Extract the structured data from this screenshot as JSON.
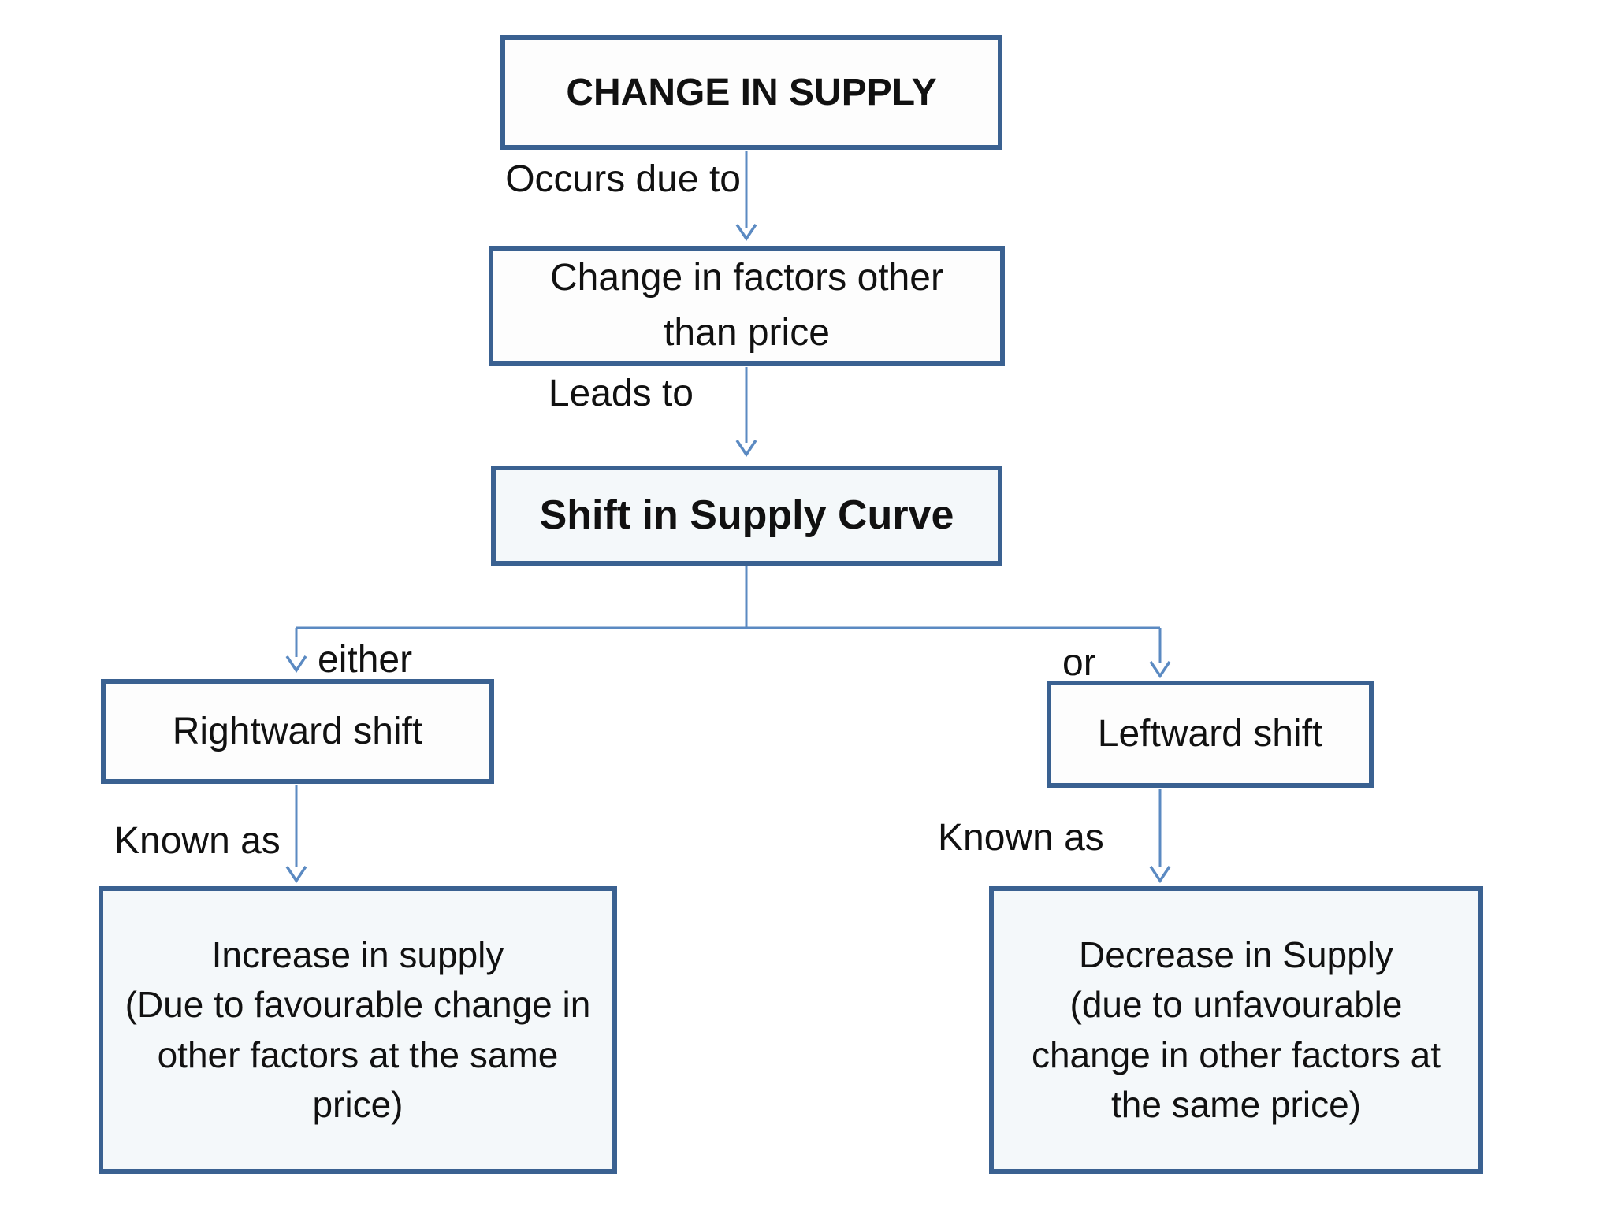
{
  "diagram": {
    "title": "CHANGE IN SUPPLY",
    "boxes": {
      "change_in_supply": "CHANGE IN SUPPLY",
      "factors": "Change in factors other\nthan price",
      "shift": "Shift in Supply Curve",
      "rightward": "Rightward shift",
      "leftward": "Leftward shift",
      "increase": "Increase in supply\n(Due to favourable change in\nother factors at the same\nprice)",
      "decrease": "Decrease in Supply\n(due to unfavourable\nchange in other factors at\nthe same price)"
    },
    "edge_labels": {
      "occurs_due_to": "Occurs due to",
      "leads_to": "Leads to",
      "either": "either",
      "or": "or",
      "known_as_left": "Known as",
      "known_as_right": "Known as"
    },
    "colors": {
      "box_border": "#3a6191",
      "arrow": "#5b8ac2",
      "text": "#111111",
      "background": "#ffffff"
    }
  }
}
